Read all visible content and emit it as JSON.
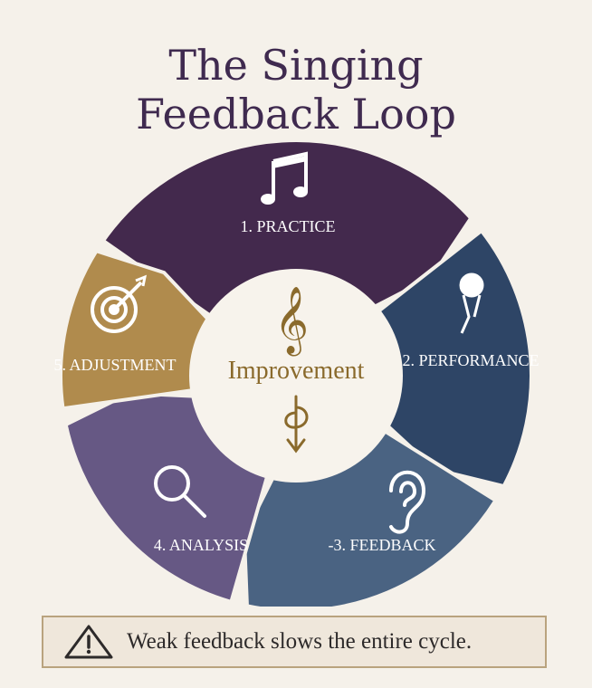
{
  "title": {
    "line1": "The Singing",
    "line2": "Feedback Loop"
  },
  "center": {
    "label": "Improvement",
    "icons": [
      "treble-clef-icon",
      "bass-clef-icon"
    ]
  },
  "steps": [
    {
      "label": "1. PRACTICE",
      "icon": "music-note-icon",
      "color": "#43294d"
    },
    {
      "label": "2. PERFORMANCE",
      "icon": "microphone-icon",
      "color": "#2e4566"
    },
    {
      "label": "-3. FEEDBACK",
      "icon": "ear-icon",
      "color": "#4a6382"
    },
    {
      "label": "4. ANALYSIS",
      "icon": "magnifier-icon",
      "color": "#665884"
    },
    {
      "label": "5. ADJUSTMENT",
      "icon": "target-icon",
      "color": "#b08b4d"
    }
  ],
  "warning": {
    "text": "Weak feedback slows the entire cycle.",
    "icon": "warning-triangle-icon"
  },
  "colors": {
    "title": "#3f2a4f",
    "gold": "#8a6a2c",
    "background": "#f5f1ea"
  }
}
